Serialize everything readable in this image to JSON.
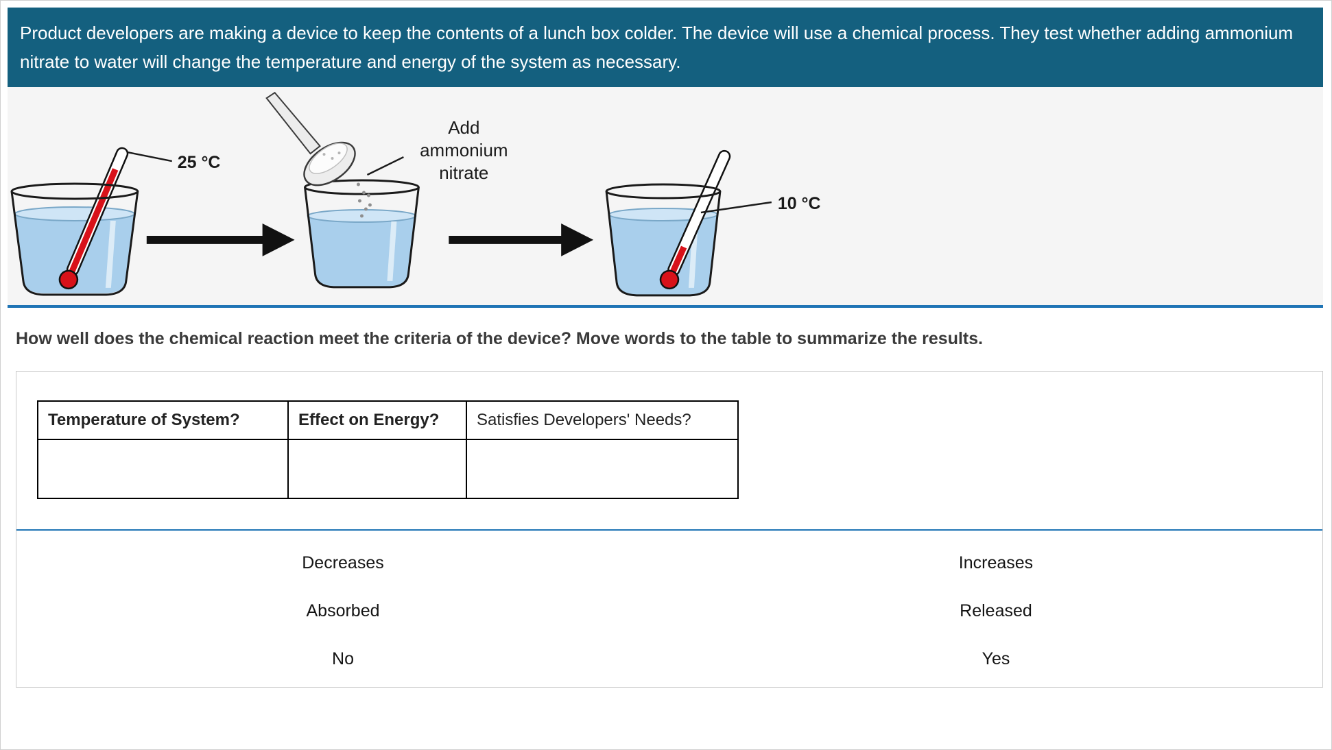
{
  "banner": {
    "text": "Product developers are making a device to keep the contents of a lunch box colder. The device will use a chemical process. They test whether adding ammonium nitrate to water will change the temperature and energy of the system as necessary."
  },
  "illustration": {
    "initial_temp": "25 °C",
    "final_temp": "10 °C",
    "add_label": {
      "line1": "Add",
      "line2": "ammonium",
      "line3": "nitrate"
    }
  },
  "question": {
    "text": "How well does the chemical reaction meet the criteria of the device? Move words to the table to summarize the results."
  },
  "results_table": {
    "headers": [
      "Temperature of System?",
      "Effect on Energy?",
      "Satisfies Developers' Needs?"
    ],
    "row": [
      "",
      "",
      ""
    ]
  },
  "word_bank": {
    "left": [
      "Decreases",
      "Absorbed",
      "No"
    ],
    "right": [
      "Increases",
      "Released",
      "Yes"
    ]
  },
  "colors": {
    "banner_bg": "#14607F",
    "separator": "#1F74B5",
    "water": "#A9CFEC",
    "thermometer_red": "#D8121A"
  }
}
